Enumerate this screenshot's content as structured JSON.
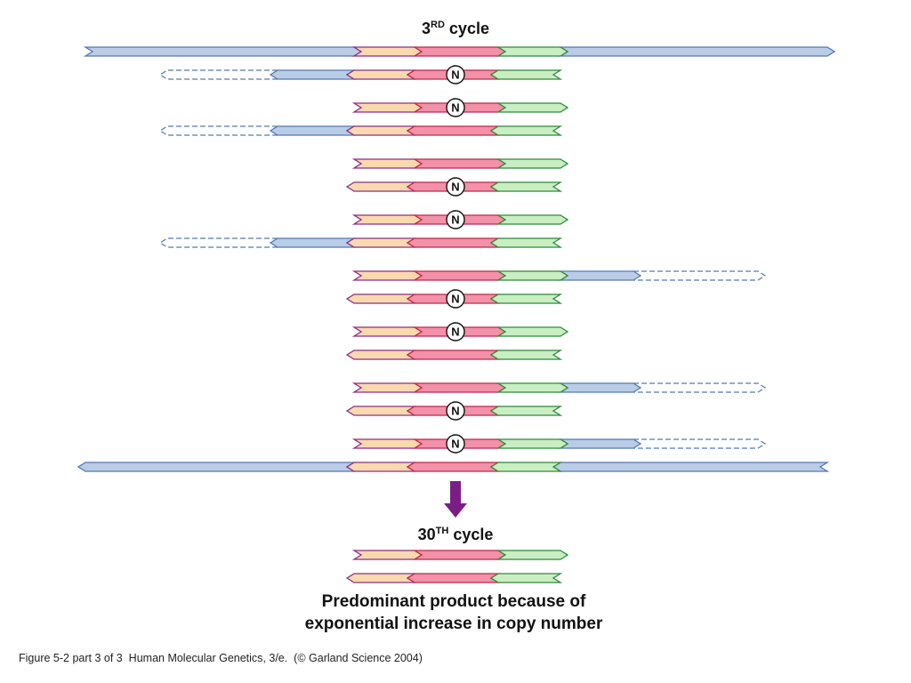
{
  "cycle3": {
    "num": "3",
    "sup": "RD",
    "word": " cycle"
  },
  "cycle30": {
    "num": "30",
    "sup": "TH",
    "word": " cycle"
  },
  "nucleotide_label": "N",
  "product_text": [
    "Predominant product because of",
    "exponential increase in copy number"
  ],
  "caption": "Figure 5-2 part 3 of 3  Human Molecular Genetics, 3/e.  (© Garland Science 2004)",
  "colors": {
    "template": "#b9cde6",
    "template_stroke": "#5677b5",
    "primer_left": "#fbd9ae",
    "target": "#f291a8",
    "primer_right": "#c9eec2",
    "arrow": "#7a1e85",
    "stroke_left": "#8e2b8f",
    "stroke_mid": "#c4254a",
    "stroke_right": "#2c8a3a"
  },
  "strands": [
    {
      "kind": "original",
      "dir": "right"
    },
    {
      "kind": "long-product",
      "dir": "left",
      "mutation": true
    },
    {
      "kind": "short-product",
      "dir": "right",
      "mutation": true
    },
    {
      "kind": "long-product",
      "dir": "left",
      "mutation": false
    },
    {
      "kind": "short-product",
      "dir": "right",
      "mutation": false
    },
    {
      "kind": "short-product",
      "dir": "left",
      "mutation": true
    },
    {
      "kind": "short-product",
      "dir": "right",
      "mutation": true
    },
    {
      "kind": "long-product",
      "dir": "left",
      "mutation": false
    },
    {
      "kind": "long-product",
      "dir": "right",
      "mutation": false
    },
    {
      "kind": "short-product",
      "dir": "left",
      "mutation": true
    },
    {
      "kind": "short-product",
      "dir": "right",
      "mutation": true
    },
    {
      "kind": "short-product",
      "dir": "left",
      "mutation": false
    },
    {
      "kind": "long-product",
      "dir": "right",
      "mutation": false
    },
    {
      "kind": "short-product",
      "dir": "left",
      "mutation": true
    },
    {
      "kind": "long-product",
      "dir": "right",
      "mutation": true
    },
    {
      "kind": "original",
      "dir": "left"
    }
  ],
  "final_product": [
    {
      "kind": "short-product",
      "dir": "right",
      "mutation": false
    },
    {
      "kind": "short-product",
      "dir": "left",
      "mutation": false
    }
  ]
}
